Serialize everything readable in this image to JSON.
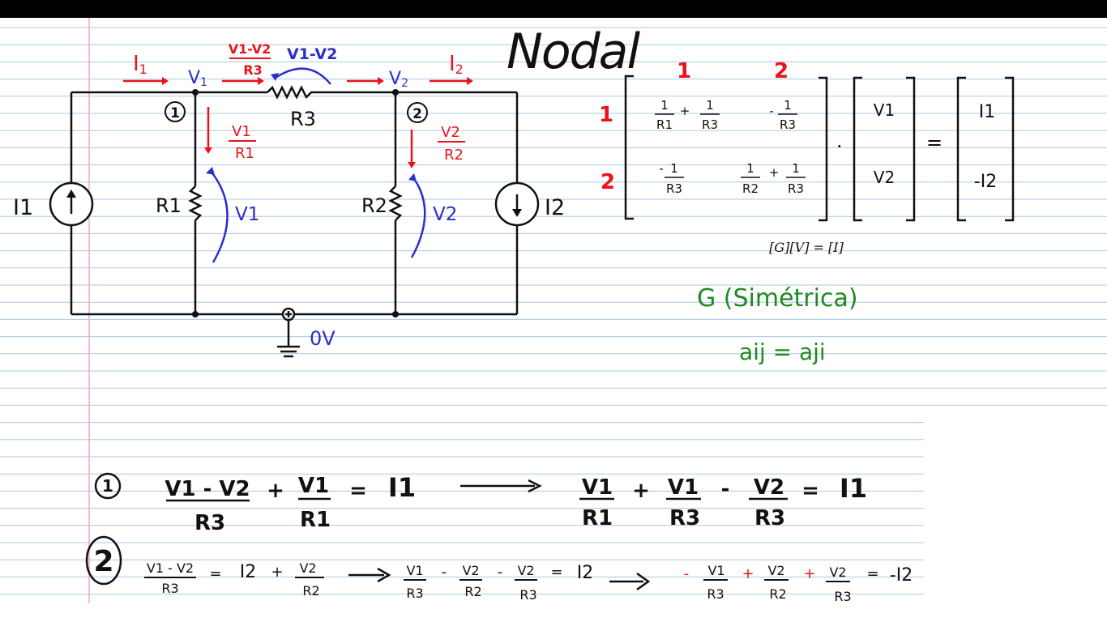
{
  "title": "Nodal",
  "circuit": {
    "current_1": "I",
    "current_1_sub": "1",
    "current_2": "I",
    "current_2_sub": "2",
    "node_v1": "V",
    "node_v1_sub": "1",
    "node_v2": "V",
    "node_v2_sub": "2",
    "branch_r3_num": "V1-V2",
    "branch_r3_den": "R3",
    "branch_r3_voltage": "V1-V2",
    "node1_marker": "1",
    "node2_marker": "2",
    "r3_label": "R3",
    "r1_branch_num": "V1",
    "r1_branch_den": "R1",
    "r2_branch_num": "V2",
    "r2_branch_den": "R2",
    "r1_label": "R1",
    "r2_label": "R2",
    "v1_drop": "V1",
    "v2_drop": "V2",
    "source1_label": "I1",
    "source2_label": "I2",
    "ground_label": "0V"
  },
  "matrix": {
    "col_headers": [
      "1",
      "2"
    ],
    "row_headers": [
      "1",
      "2"
    ],
    "g11": {
      "a": "1",
      "a_den": "R1",
      "op": "+",
      "b": "1",
      "b_den": "R3"
    },
    "g12": {
      "sign": "-",
      "num": "1",
      "den": "R3"
    },
    "g21": {
      "sign": "-",
      "num": "1",
      "den": "R3"
    },
    "g22": {
      "a": "1",
      "a_den": "R2",
      "op": "+",
      "b": "1",
      "b_den": "R3"
    },
    "dot": ".",
    "v_vector": [
      "V1",
      "V2"
    ],
    "equals": "=",
    "i_vector": [
      "I1",
      "-I2"
    ],
    "equation_label": "[G][V] = [I]",
    "symmetry_label": "G (Simétrica)",
    "symmetry_rule": "aij = aji"
  },
  "equations": {
    "eq1_marker": "1",
    "eq1_left": {
      "num": "V1 - V2",
      "den": "R3",
      "plus": "+",
      "num2": "V1",
      "den2": "R1",
      "eq": "=",
      "rhs": "I1"
    },
    "eq1_right": {
      "t1_num": "V1",
      "t1_den": "R1",
      "plus": "+",
      "t2_num": "V1",
      "t2_den": "R3",
      "minus": "-",
      "t3_num": "V2",
      "t3_den": "R3",
      "eq": "=",
      "rhs": "I1"
    },
    "eq2_marker": "2",
    "eq2_left": {
      "num": "V1 - V2",
      "den": "R3",
      "eq": "=",
      "rhs": "I2",
      "plus": "+",
      "num2": "V2",
      "den2": "R2"
    },
    "eq2_mid": {
      "t1_num": "V1",
      "t1_den": "R3",
      "minus1": "-",
      "t2_num": "V2",
      "t2_den": "R2",
      "minus2": "-",
      "t3_num": "V2",
      "t3_den": "R3",
      "eq": "=",
      "rhs": "I2"
    },
    "eq2_right": {
      "minus": "-",
      "t1_num": "V1",
      "t1_den": "R3",
      "plus1": "+",
      "t2_num": "V2",
      "t2_den": "R2",
      "plus2": "+",
      "t3_num": "V2",
      "t3_den": "R3",
      "eq": "=",
      "rhs": "-I2"
    }
  },
  "colors": {
    "red": "#e8141c",
    "blue": "#2b2fc9",
    "green": "#1f8a1f",
    "black": "#111111",
    "ruled_line": "#a9c8e8",
    "margin_line": "#f2a7c3"
  }
}
